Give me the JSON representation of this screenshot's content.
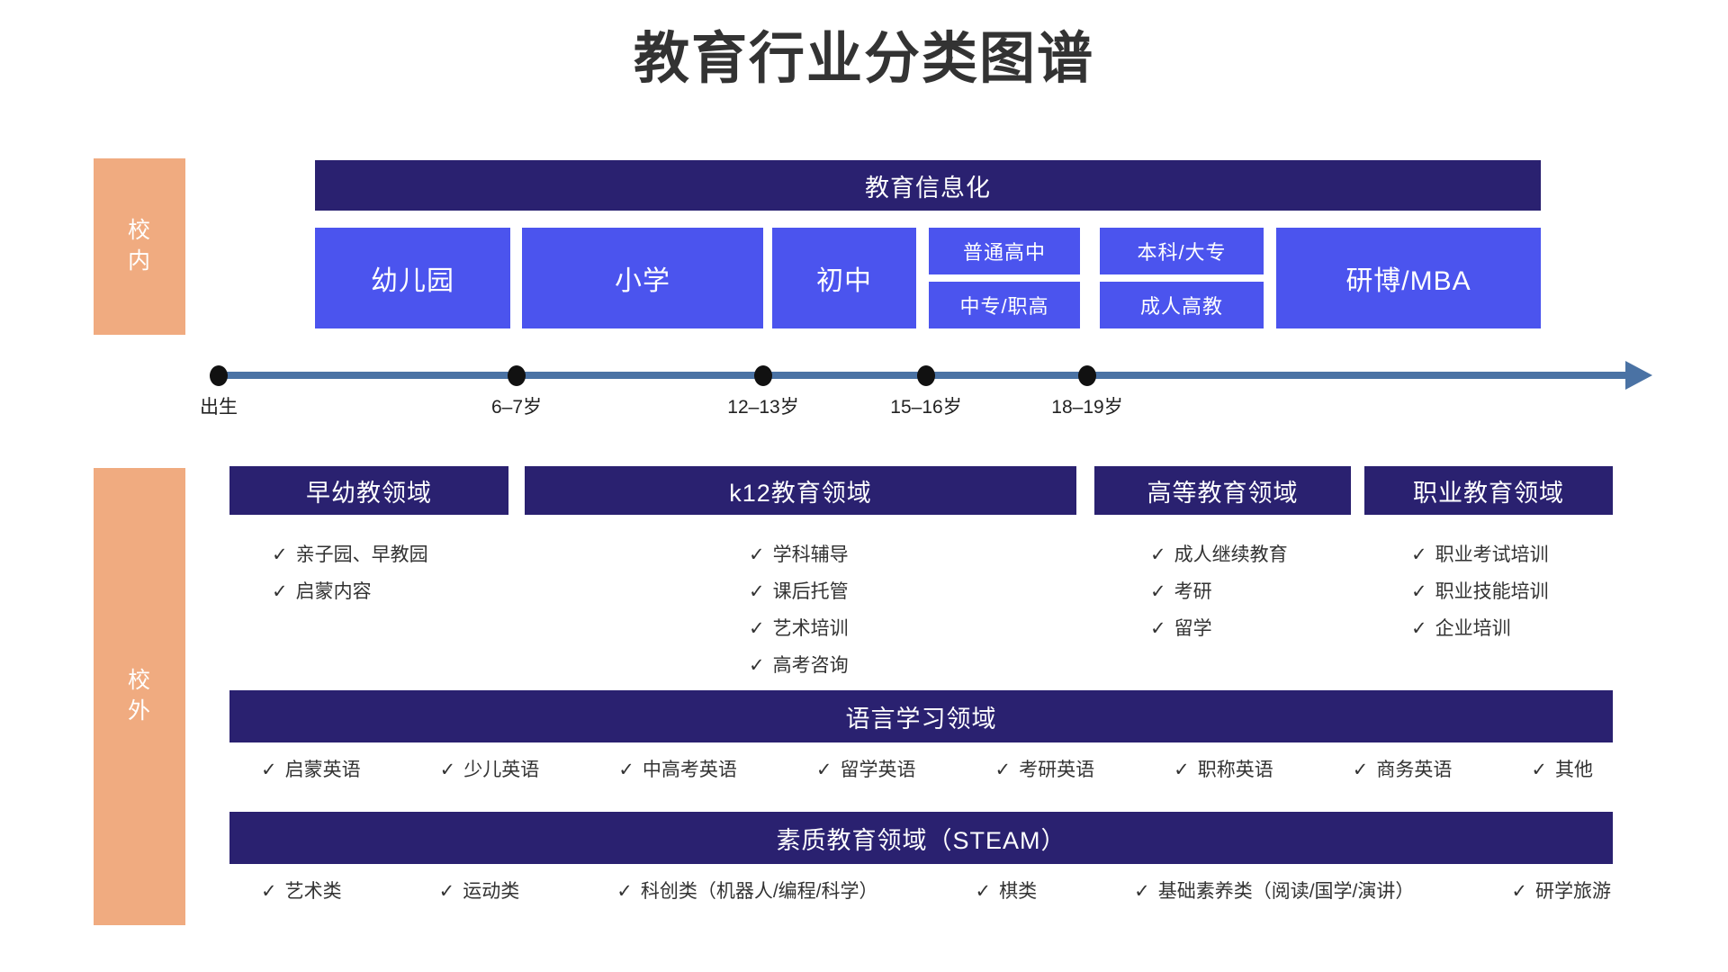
{
  "title": "教育行业分类图谱",
  "side_labels": {
    "in_school": {
      "name": "校内",
      "chars": [
        "校",
        "内"
      ]
    },
    "out_school": {
      "name": "校外",
      "chars": [
        "校",
        "外"
      ]
    }
  },
  "in_school": {
    "banner": "教育信息化",
    "stages": [
      {
        "label": "幼儿园"
      },
      {
        "label": "小学"
      },
      {
        "label": "初中"
      },
      {
        "label": "研博/MBA"
      }
    ],
    "split_stages": [
      {
        "top": "普通高中",
        "bottom": "中专/职高"
      },
      {
        "top": "本科/大专",
        "bottom": "成人高教"
      }
    ]
  },
  "timeline": {
    "ticks": [
      "出生",
      "6–7岁",
      "12–13岁",
      "15–16岁",
      "18–19岁"
    ]
  },
  "out_school": {
    "domains": [
      {
        "header": "早幼教领域",
        "items": [
          "亲子园、早教园",
          "启蒙内容"
        ]
      },
      {
        "header": "k12教育领域",
        "items": [
          "学科辅导",
          "课后托管",
          "艺术培训",
          "高考咨询"
        ]
      },
      {
        "header": "高等教育领域",
        "items": [
          "成人继续教育",
          "考研",
          "留学"
        ]
      },
      {
        "header": "职业教育领域",
        "items": [
          "职业考试培训",
          "职业技能培训",
          "企业培训"
        ]
      }
    ],
    "language": {
      "header": "语言学习领域",
      "items": [
        "启蒙英语",
        "少儿英语",
        "中高考英语",
        "留学英语",
        "考研英语",
        "职称英语",
        "商务英语",
        "其他"
      ]
    },
    "steam": {
      "header": "素质教育领域（STEAM）",
      "items": [
        "艺术类",
        "运动类",
        "科创类（机器人/编程/科学）",
        "棋类",
        "基础素养类（阅读/国学/演讲）",
        "研学旅游"
      ]
    }
  },
  "icons": {
    "check": "✓"
  },
  "colors": {
    "navy": "#2A2170",
    "blue": "#4B54EE",
    "orange": "#F0AB80",
    "timeline": "#4A72A4",
    "text_dark": "#333333"
  }
}
